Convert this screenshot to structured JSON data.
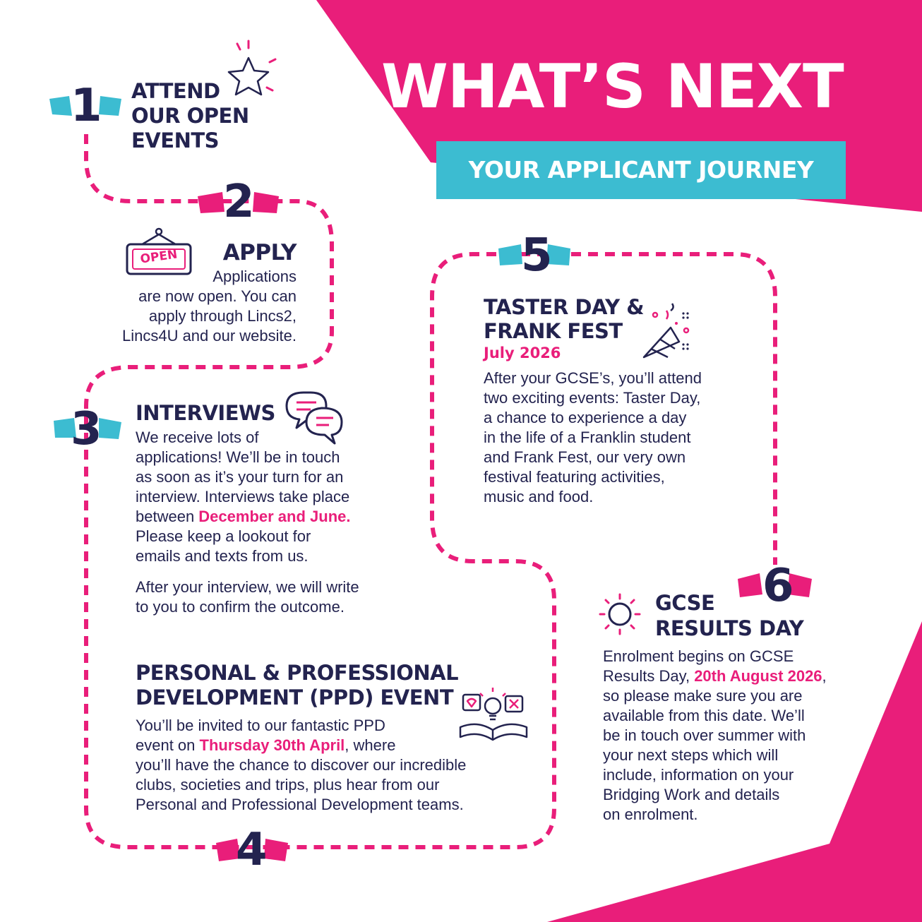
{
  "header": {
    "title": "WHAT’S NEXT",
    "subtitle": "YOUR APPLICANT JOURNEY"
  },
  "colors": {
    "pink": "#e91e7a",
    "teal": "#3cbcd1",
    "navy": "#23234f"
  },
  "steps": [
    {
      "number": "1",
      "title_lines": [
        "ATTEND",
        "OUR OPEN",
        "EVENTS"
      ],
      "icon": "star-icon"
    },
    {
      "number": "2",
      "title": "APPLY",
      "sign_text": "OPEN",
      "body_lines": [
        "Applications",
        "are now open. You can",
        "apply through Lincs2,",
        "Lincs4U and our website."
      ],
      "icon": "open-sign-icon"
    },
    {
      "number": "3",
      "title": "INTERVIEWS",
      "body_lines": [
        "We receive lots of",
        "applications! We’ll be in touch",
        "as soon as it’s your turn for an",
        "interview. Interviews take place"
      ],
      "body_pre": "between ",
      "body_highlight": "December and June.",
      "body_lines_after": [
        "Please keep a lookout for",
        "emails and texts from us."
      ],
      "body2_lines": [
        "After your interview, we will write",
        "to you to confirm the outcome."
      ],
      "icon": "chat-bubbles-icon"
    },
    {
      "number": "4",
      "title_lines": [
        "PERSONAL & PROFESSIONAL",
        "DEVELOPMENT (PPD) EVENT"
      ],
      "body_line1": "You’ll be invited to our fantastic PPD",
      "body_pre": "event on ",
      "body_highlight": "Thursday 30th April",
      "body_post": ", where",
      "body_lines_after": [
        "you’ll have the chance to discover our incredible",
        "clubs, societies and trips, plus hear from our",
        "Personal and Professional Development teams."
      ],
      "icon": "ideas-book-icon"
    },
    {
      "number": "5",
      "title_lines": [
        "TASTER DAY &",
        "FRANK FEST"
      ],
      "date": "July 2026",
      "body_lines": [
        "After your GCSE’s, you’ll attend",
        "two exciting events: Taster Day,",
        "a chance to experience a day",
        "in the life of a Franklin student",
        "and Frank Fest, our very own",
        "festival featuring activities,",
        "music and food."
      ],
      "icon": "party-popper-icon"
    },
    {
      "number": "6",
      "title_lines": [
        "GCSE",
        "RESULTS DAY"
      ],
      "body_lines": [
        "Enrolment begins on GCSE"
      ],
      "body_pre": "Results Day, ",
      "body_highlight": "20th August 2026",
      "body_post": ",",
      "body_lines_after": [
        "so please make sure you are",
        "available from this date. We’ll",
        "be in touch over summer with",
        "your next steps which will",
        "include, information on your",
        "Bridging Work and details",
        "on enrolment."
      ],
      "icon": "sun-icon"
    }
  ]
}
